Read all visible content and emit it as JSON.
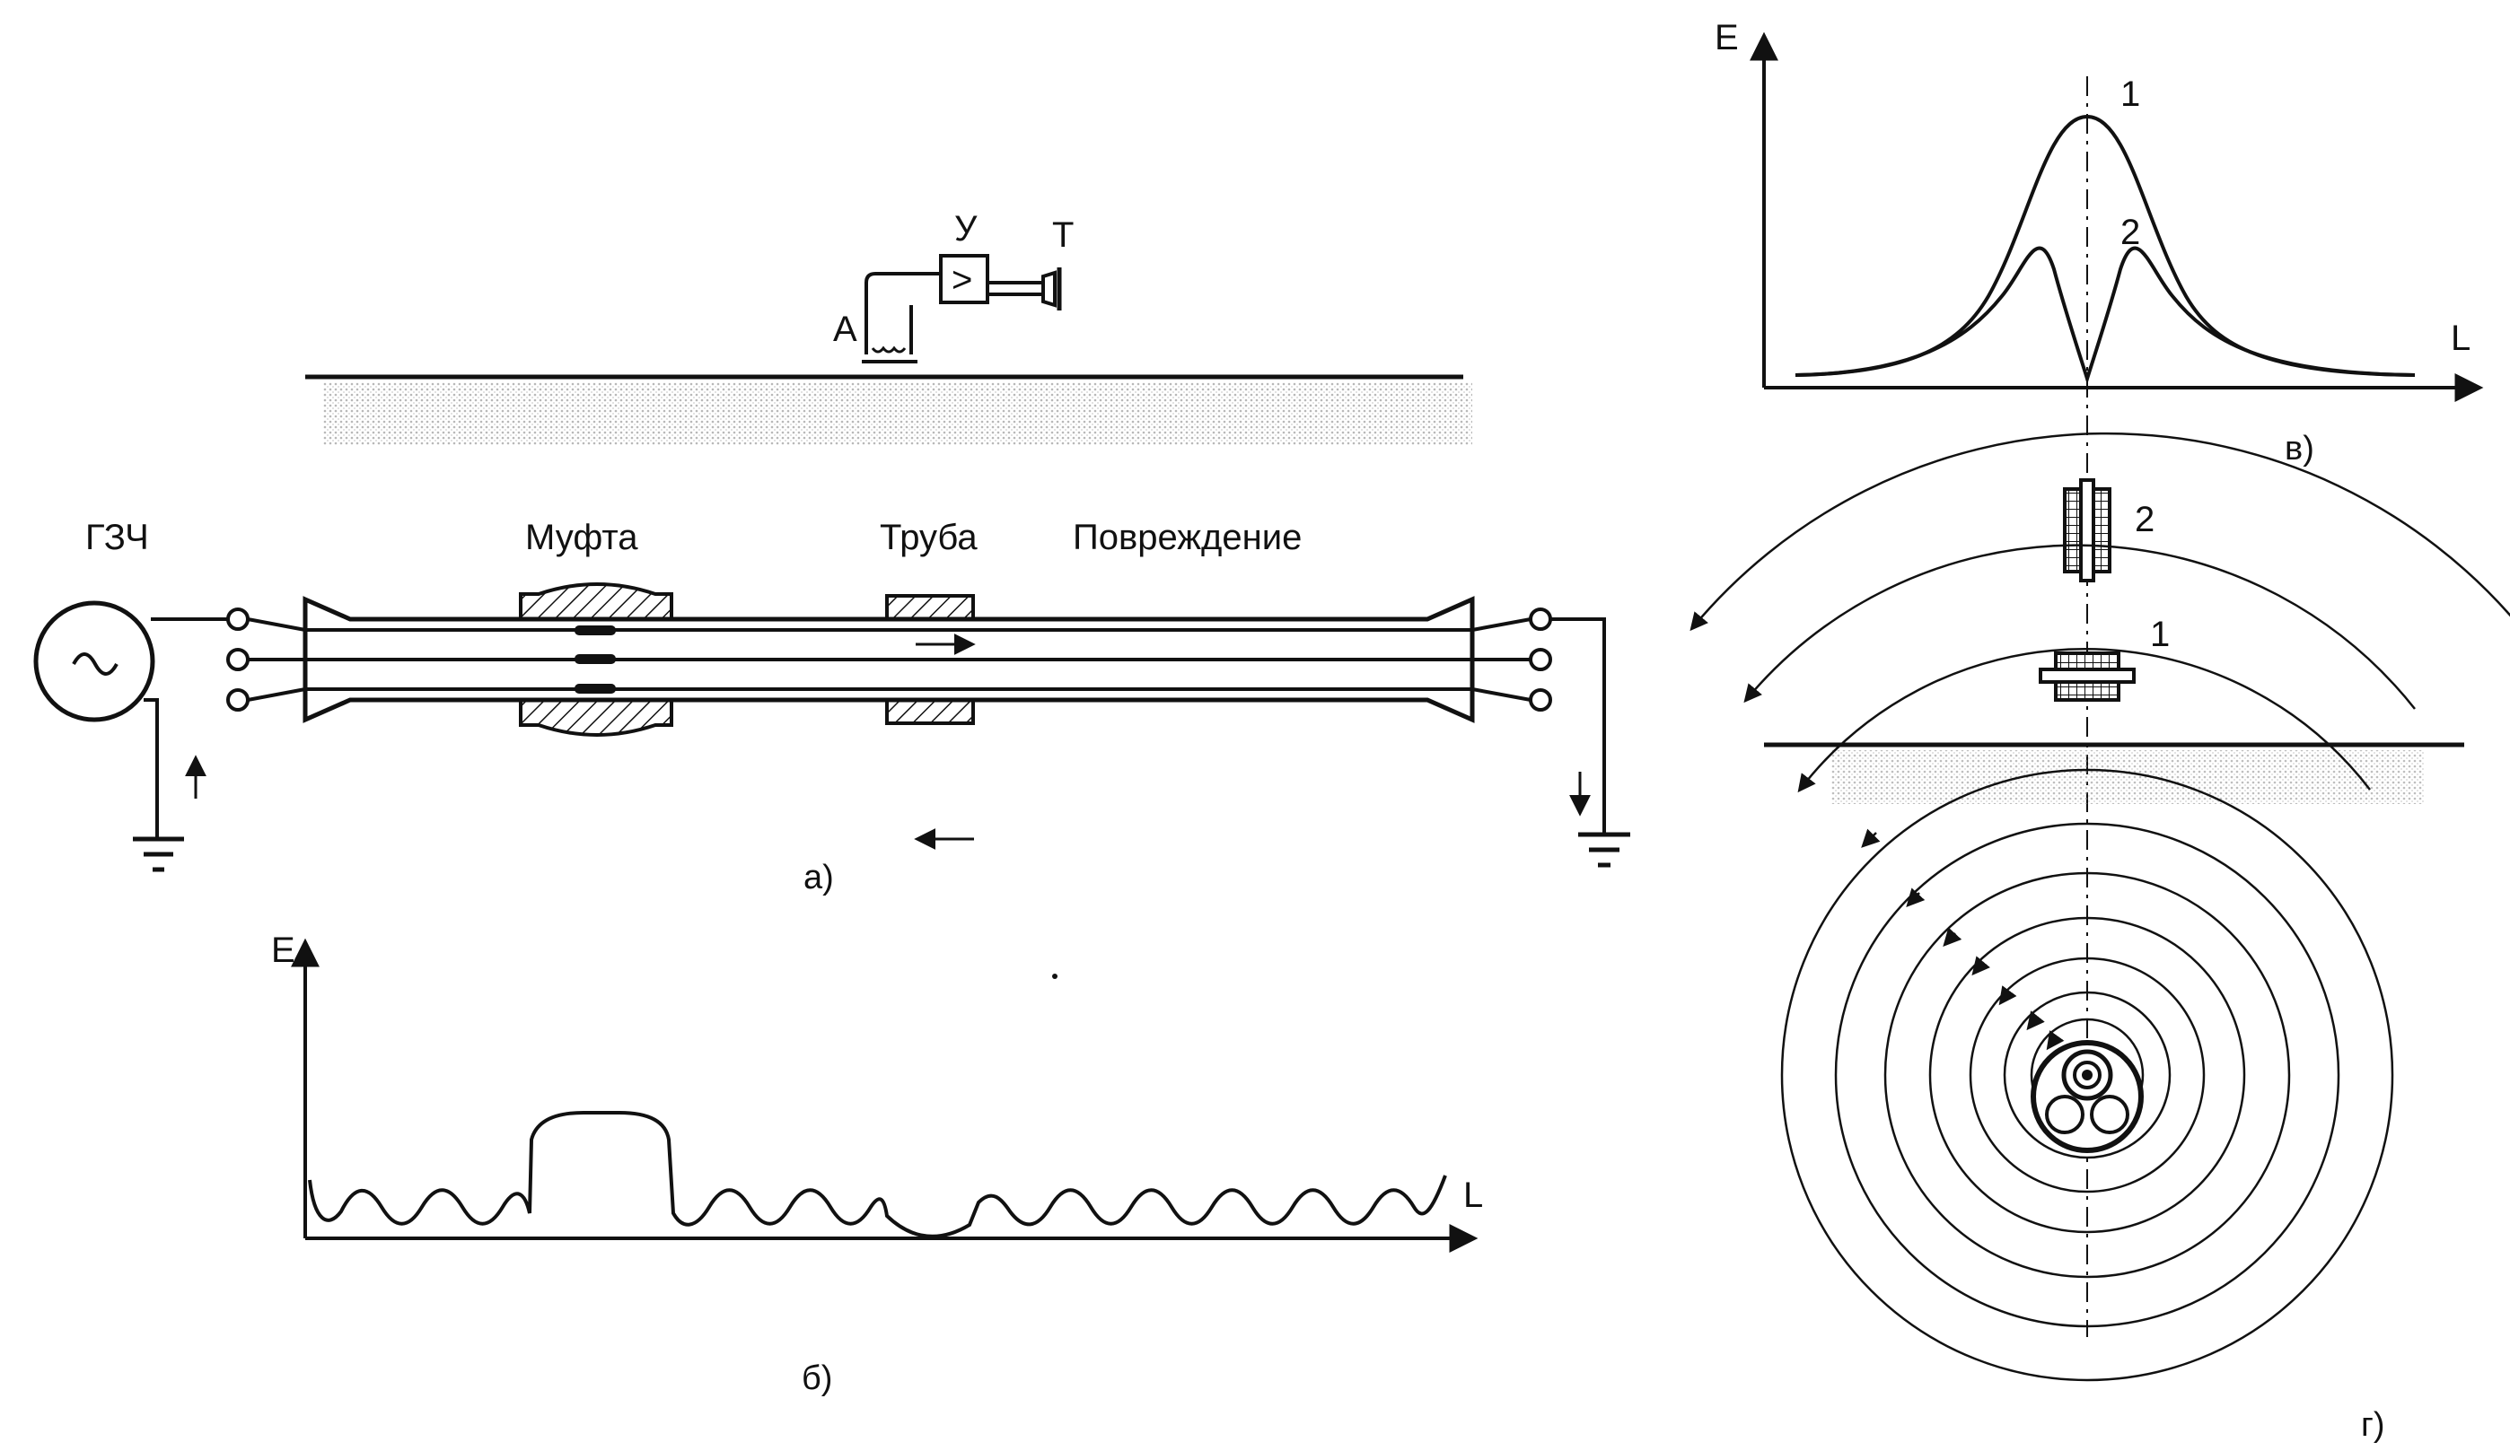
{
  "labels": {
    "generator": "ГЗЧ",
    "coupling": "Муфта",
    "pipe": "Труба",
    "damage": "Повреждение",
    "antenna": "А",
    "amplifier": "У",
    "phones": "Т",
    "amplifier_symbol": ">"
  },
  "captions": {
    "a": "а)",
    "b": "б)",
    "v": "в)",
    "g": "г)"
  },
  "graph_b": {
    "y_axis": "E",
    "x_axis": "L"
  },
  "graph_v": {
    "y_axis": "E",
    "x_axis": "L",
    "curve_1": "1",
    "curve_2": "2"
  },
  "field_view": {
    "coil_2": "2",
    "coil_1": "1"
  },
  "colors": {
    "ink": "#111111",
    "soil": "#c8c8c8"
  }
}
